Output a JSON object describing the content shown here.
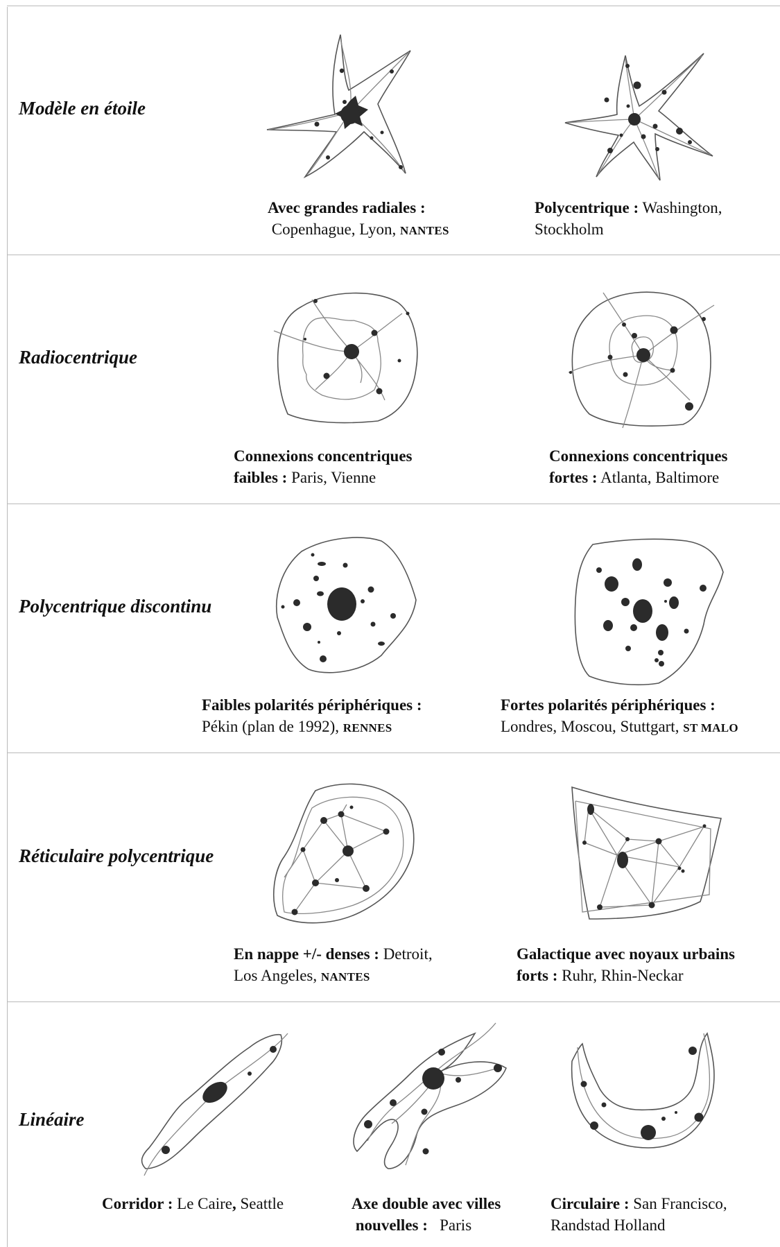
{
  "rows": [
    {
      "title": "Modèle en étoile",
      "captions": [
        {
          "bold": "Avec grandes radiales :",
          "line2": "Copenhague, Lyon, ",
          "sc": "NANTES"
        },
        {
          "bold": "Polycentrique :",
          "line1_rest": " Washington,",
          "line2": "Stockholm"
        }
      ]
    },
    {
      "title": "Radiocentrique",
      "captions": [
        {
          "bold1": "Connexions concentriques",
          "bold2": "faibles :",
          "rest": " Paris, Vienne"
        },
        {
          "bold1": "Connexions concentriques",
          "bold2": "fortes :",
          "rest": " Atlanta, Baltimore"
        }
      ]
    },
    {
      "title": "Polycentrique discontinu",
      "captions": [
        {
          "bold": "Faibles polarités périphériques :",
          "line2": "Pékin (plan de 1992), ",
          "sc": "RENNES"
        },
        {
          "bold": "Fortes polarités périphériques :",
          "line2": "Londres, Moscou, Stuttgart, ",
          "sc": "ST MALO"
        }
      ]
    },
    {
      "title": "Réticulaire polycentrique",
      "captions": [
        {
          "bold": "En nappe +/- denses :",
          "line1_rest": " Detroit,",
          "line2": "Los Angeles, ",
          "sc": "NANTES"
        },
        {
          "bold1": "Galactique avec noyaux urbains",
          "bold2": "forts :",
          "rest": " Ruhr, Rhin-Neckar"
        }
      ]
    },
    {
      "title": "Linéaire",
      "captions": [
        {
          "bold": "Corridor :",
          "rest": " Le Caire",
          "bold_comma": ",",
          "rest2": " Seattle"
        },
        {
          "bold1": "Axe double avec villes",
          "bold2": "nouvelles :",
          "rest": "   Paris"
        },
        {
          "bold": "Circulaire :",
          "line1_rest": " San Francisco,",
          "line2": "Randstad Holland"
        }
      ]
    }
  ],
  "colors": {
    "fill": "#2b2b2b",
    "outline": "#555555",
    "lines": "#888888",
    "grid": "#b9b9b9"
  }
}
